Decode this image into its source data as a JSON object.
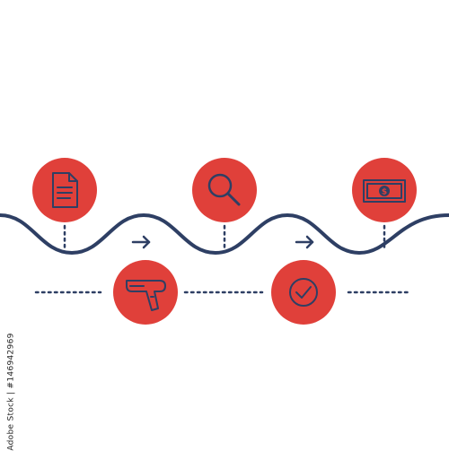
{
  "diagram": {
    "colors": {
      "circle_fill": "#e0403a",
      "line": "#2e3f64",
      "icon": "#2e3f64",
      "background": "#ffffff"
    },
    "steps": [
      {
        "id": "document",
        "icon": "document-icon",
        "row": "top"
      },
      {
        "id": "barcode-scanner",
        "icon": "barcode-scanner-icon",
        "row": "bottom"
      },
      {
        "id": "search",
        "icon": "magnifier-icon",
        "row": "top"
      },
      {
        "id": "approval",
        "icon": "checkmark-icon",
        "row": "bottom"
      },
      {
        "id": "payment",
        "icon": "banknote-icon",
        "row": "top"
      }
    ],
    "arrows": [
      "arrow-right-icon",
      "arrow-right-icon"
    ]
  },
  "watermark": {
    "text": "Adobe Stock | #146942969"
  }
}
